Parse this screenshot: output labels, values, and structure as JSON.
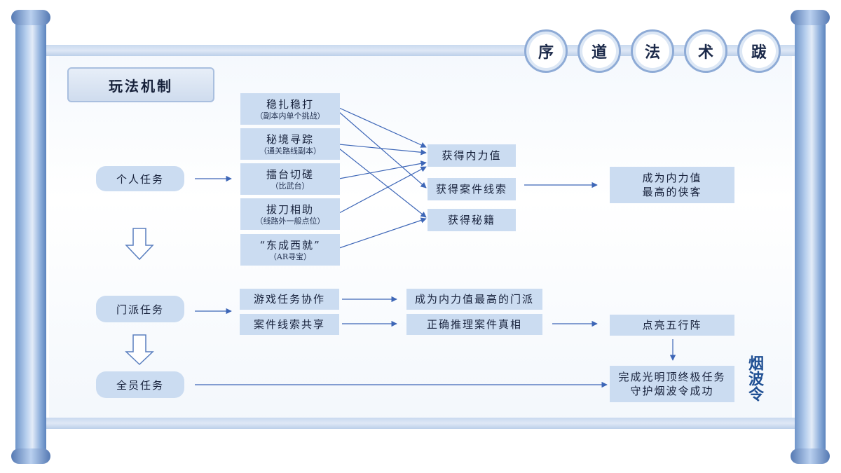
{
  "nav": [
    {
      "label": "序"
    },
    {
      "label": "道"
    },
    {
      "label": "法"
    },
    {
      "label": "术"
    },
    {
      "label": "跋"
    }
  ],
  "title": "玩法机制",
  "tiers": [
    {
      "label": "个人任务"
    },
    {
      "label": "门派任务"
    },
    {
      "label": "全员任务"
    }
  ],
  "personal_tasks": [
    {
      "label": "稳扎稳打",
      "note": "（副本内单个挑战）"
    },
    {
      "label": "秘境寻踪",
      "note": "（通关路线副本）"
    },
    {
      "label": "擂台切磋",
      "note": "（比武台）"
    },
    {
      "label": "拔刀相助",
      "note": "（线路外一般点位）"
    },
    {
      "label": "“东成西就”",
      "note": "（AR寻宝）"
    }
  ],
  "rewards": [
    {
      "label": "获得内力值"
    },
    {
      "label": "获得案件线索"
    },
    {
      "label": "获得秘籍"
    }
  ],
  "personal_goal": {
    "line1": "成为内力值",
    "line2": "最高的侠客"
  },
  "sect_tasks": [
    {
      "label": "游戏任务协作"
    },
    {
      "label": "案件线索共享"
    }
  ],
  "sect_results": [
    {
      "label": "成为内力值最高的门派"
    },
    {
      "label": "正确推理案件真相"
    }
  ],
  "formation": {
    "label": "点亮五行阵"
  },
  "final_goal": {
    "line1": "完成光明顶终极任务",
    "line2": "守护烟波令成功"
  },
  "seal_text": "烟波令",
  "colors": {
    "box": "#cbdcf1",
    "arrow": "#3d66b7",
    "text": "#16203a"
  }
}
